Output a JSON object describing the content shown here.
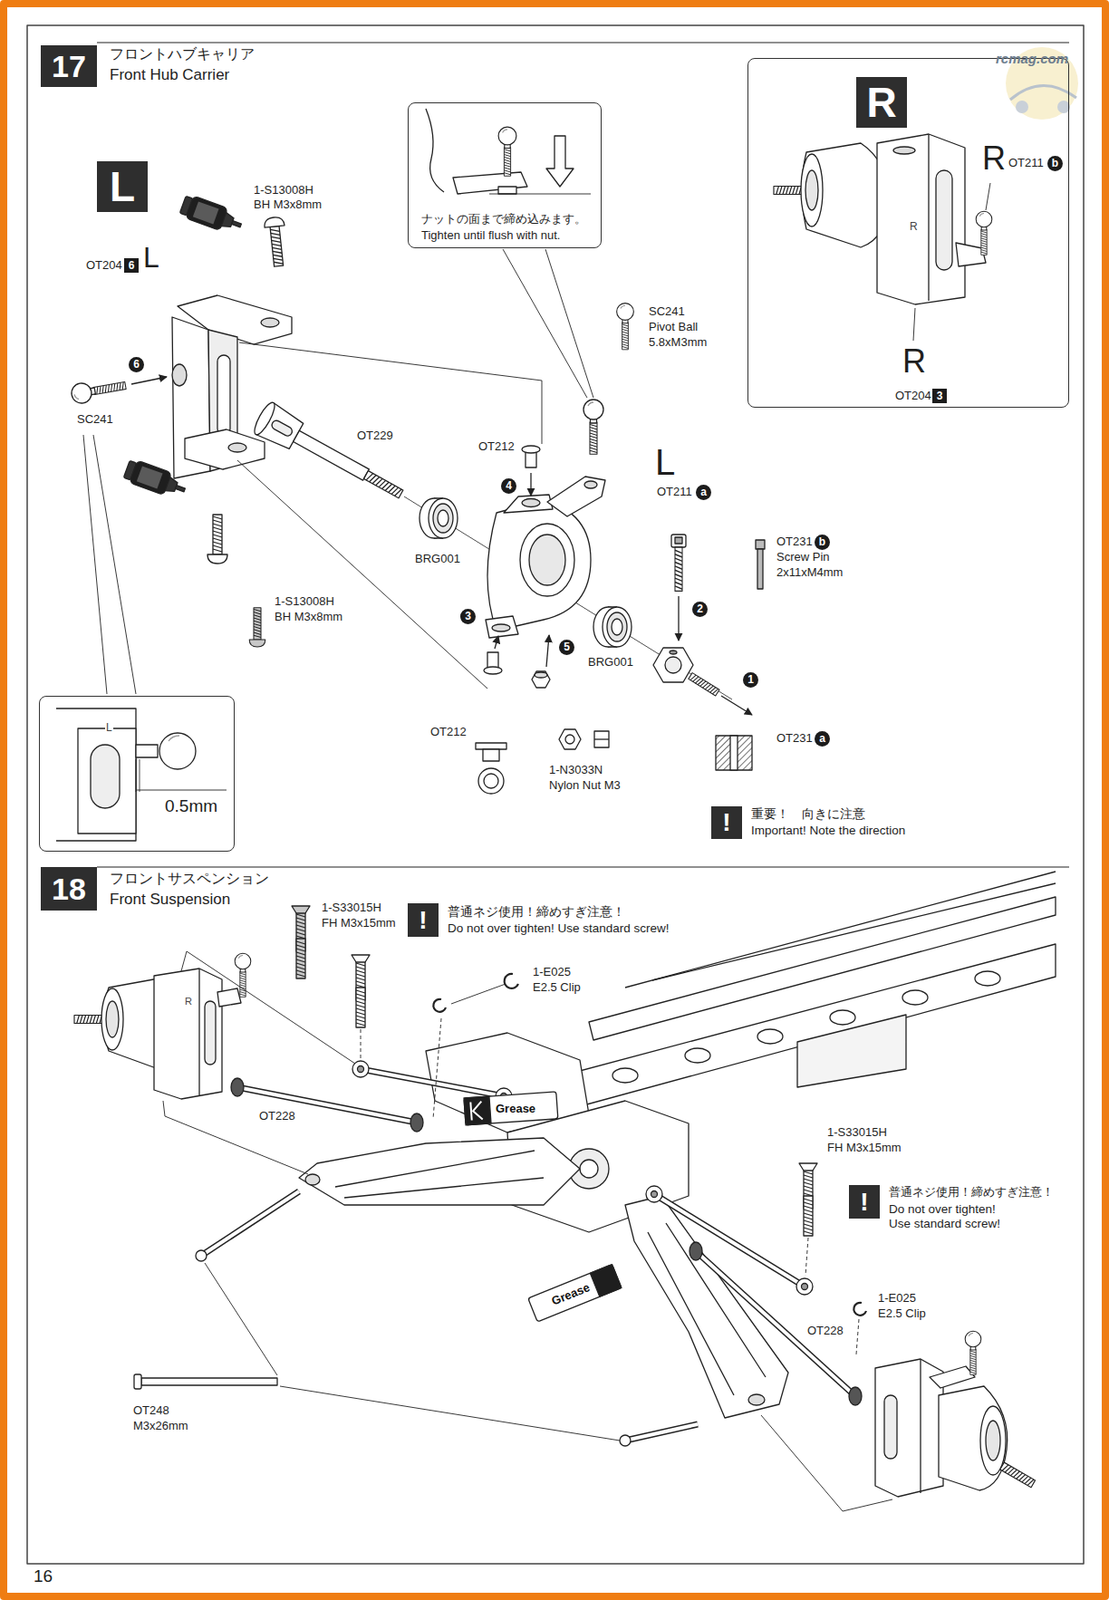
{
  "diagram": {
    "nodes": [
      {
        "text": [
          "17",
          "フロントハブキャリア",
          "Front Hub Carrier"
        ]
      },
      {
        "text": [
          "ナットの面まで締め込みます。",
          "Tighten until flush with nut."
        ]
      },
      {
        "text": [
          "R",
          "OT211",
          "b",
          "R",
          "OT204",
          "3"
        ]
      },
      {
        "text": [
          "R"
        ],
        "in": 2
      },
      {
        "text": [
          "L"
        ]
      },
      {
        "text": [
          "0.5mm"
        ]
      },
      {
        "text": [
          "!",
          "重要！　向きに注意",
          "Important! Note the direction"
        ]
      },
      {
        "text": [
          "18",
          "フロントサスペンション",
          "Front Suspension"
        ]
      },
      {
        "text": [
          "!",
          "普通ネジ使用！締めすぎ注意！",
          "Do not over tighten! Use standard screw!"
        ]
      },
      {
        "text": [
          "!",
          "普通ネジ使用！締めすぎ注意！",
          "Do not over tighten! Use standard screw!"
        ]
      }
    ],
    "labels": [
      "rcmag.com",
      "1-S13008H",
      "BH M3x8mm",
      "OT204",
      "6",
      "L",
      "6",
      "SC241",
      "OT229",
      "OT212",
      "4",
      "SC241",
      "Pivot Ball",
      "5.8xM3mm",
      "L",
      "OT211",
      "a",
      "OT231",
      "b",
      "Screw Pin",
      "2x11xM4mm",
      "BRG001",
      "2",
      "3",
      "5",
      "BRG001",
      "1",
      "1-S13008H",
      "BH M3x8mm",
      "OT212",
      "1-N3033N",
      "Nylon Nut M3",
      "L",
      "OT231",
      "a",
      "R",
      "1-S33015H",
      "FH M3x15mm",
      "1-E025",
      "E2.5 Clip",
      "R",
      "OT228",
      "Grease",
      "1-S33015H",
      "FH M3x15mm",
      "1-E025",
      "E2.5 Clip",
      "OT228",
      "Grease",
      "OT248",
      "M3x26mm",
      "16"
    ]
  }
}
